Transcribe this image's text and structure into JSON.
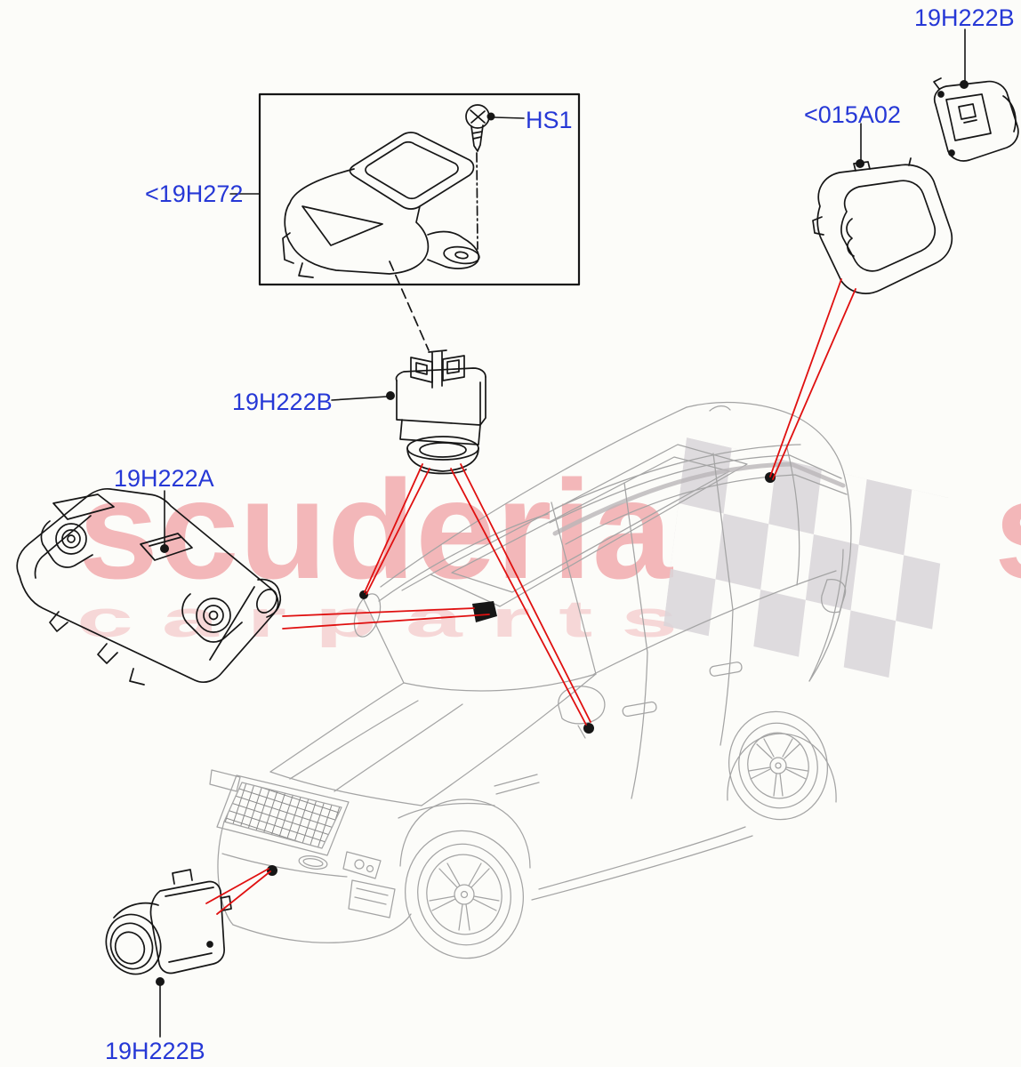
{
  "watermark": {
    "brand": "scuderia",
    "tagline": "c a r p a r t s"
  },
  "callouts": {
    "cover": "<19H272",
    "screw": "HS1",
    "camera_windscreen": "19H222B",
    "camera_assembly": "19H222A",
    "camera_rear": "19H222B",
    "bracket_rear": "<015A02",
    "camera_front": "19H222B"
  },
  "colors": {
    "label_blue": "#2638d6",
    "leader_black": "#161616",
    "callout_red": "#e01010",
    "vehicle_gray": "#a4a4a4",
    "watermark_pink": "#f2abae",
    "tagline_pink": "#f6d3d4",
    "flag_gray": "#d9d5d9",
    "background": "#fcfcf9"
  }
}
